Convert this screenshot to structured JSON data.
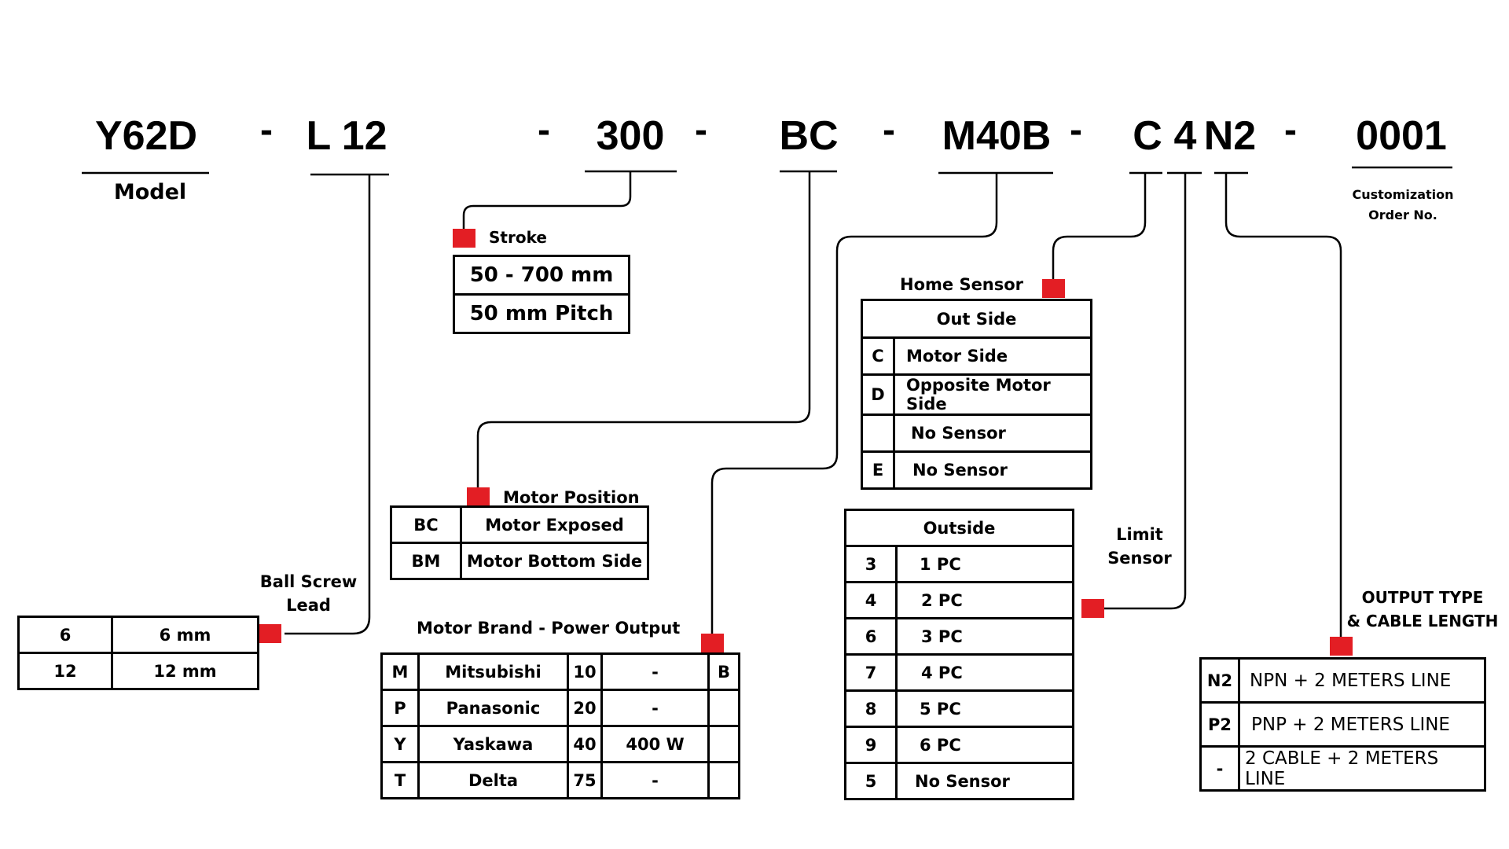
{
  "code": {
    "segments": {
      "model": "Y62D",
      "lead": "L 12",
      "stroke": "300",
      "motor_position": "BC",
      "motor": "M40B",
      "home_sensor": "C",
      "limit_sensor": "4",
      "output": "N2",
      "order": "0001"
    },
    "separator": "-",
    "model_label": "Model",
    "order_label_line1": "Customization",
    "order_label_line2": "Order No."
  },
  "stroke": {
    "title": "Stroke",
    "rows": [
      "50 - 700 mm",
      "50 mm Pitch"
    ]
  },
  "ball_screw_lead": {
    "title_line1": "Ball Screw",
    "title_line2": "Lead",
    "rows": [
      {
        "code": "6",
        "value": "6 mm"
      },
      {
        "code": "12",
        "value": "12 mm"
      }
    ]
  },
  "motor_position": {
    "title": "Motor Position",
    "rows": [
      {
        "code": "BC",
        "value": "Motor Exposed"
      },
      {
        "code": "BM",
        "value": "Motor Bottom Side"
      }
    ]
  },
  "motor_brand": {
    "title": "Motor Brand - Power Output",
    "brake_code": "B",
    "rows": [
      {
        "code": "M",
        "brand": "Mitsubishi",
        "power_code": "10",
        "power": "-"
      },
      {
        "code": "P",
        "brand": "Panasonic",
        "power_code": "20",
        "power": "-"
      },
      {
        "code": "Y",
        "brand": "Yaskawa",
        "power_code": "40",
        "power": "400 W"
      },
      {
        "code": "T",
        "brand": "Delta",
        "power_code": "75",
        "power": "-"
      }
    ]
  },
  "home_sensor": {
    "title": "Home Sensor",
    "header": "Out Side",
    "rows": [
      {
        "code": "C",
        "value": "Motor Side"
      },
      {
        "code": "D",
        "value": "Opposite Motor Side"
      },
      {
        "code": "",
        "value": "No Sensor"
      },
      {
        "code": "E",
        "value": "No Sensor"
      }
    ]
  },
  "limit_sensor": {
    "title_line1": "Limit",
    "title_line2": "Sensor",
    "header": "Outside",
    "rows": [
      {
        "code": "3",
        "value": "1 PC"
      },
      {
        "code": "4",
        "value": "2 PC"
      },
      {
        "code": "6",
        "value": "3 PC"
      },
      {
        "code": "7",
        "value": "4 PC"
      },
      {
        "code": "8",
        "value": "5 PC"
      },
      {
        "code": "9",
        "value": "6 PC"
      },
      {
        "code": "5",
        "value": "No Sensor"
      }
    ]
  },
  "output_type": {
    "title_line1": "OUTPUT TYPE",
    "title_line2": "& CABLE LENGTH",
    "rows": [
      {
        "code": "N2",
        "value": "NPN + 2 METERS LINE"
      },
      {
        "code": "P2",
        "value": "PNP + 2 METERS LINE"
      },
      {
        "code": "-",
        "value": "2 CABLE + 2 METERS LINE"
      }
    ]
  },
  "colors": {
    "marker": "#e31e24",
    "line": "#000000"
  }
}
